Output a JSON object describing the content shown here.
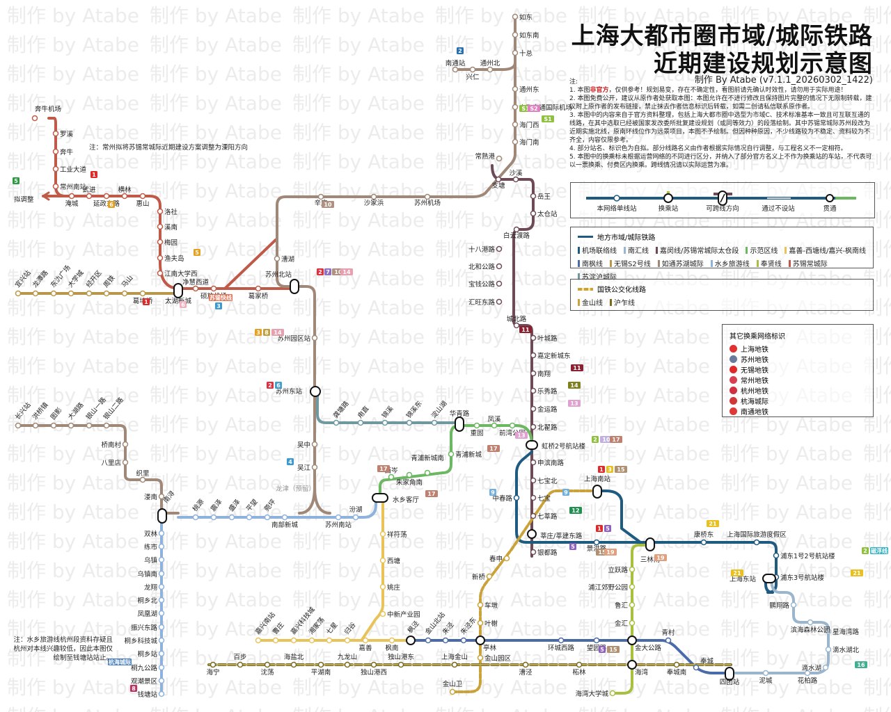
{
  "title": {
    "line1": "上海大都市圈市域/城际铁路",
    "line2": "近期建设规划示意图",
    "byline": "制作 By Atabe (v7.1.1_20260302_1422)"
  },
  "watermark": "制作 by Atabe",
  "notes": {
    "heading": "注:",
    "n1_pre": "1. 本图",
    "n1_red": "非官方",
    "n1_post": "，仅供参考！规划易变，存在不确定性，看图前请先确认时效性，请勿用于实际用途！",
    "n2": "2. 本图免费公开，建议从原作者处获取本图：本图允许在不进行修改且保持图片完整的情况下无限制转载，建议附上原作者的发布链接，禁止抹去作者信息标识后转载，如需二创请私信联系原作者。",
    "n3": "3. 本图中的内容来自于官方资料整理，包括上海大都市圈中选型为市域C、技术标准基本一致且可互联互通的线路，在其中选取已经被国家发改委所批复建设规划（或同等效力）的段落绘制。其中苏锡常城际苏州段改为近期实施北线，原南环线位作为远景项目，本图不予绘制。但因种种原因，不少线路较为不稳定、资料较为不齐全，内容仅限参考。",
    "n4": "4. 部分站名、标识色为自拟。部分线路名义由作者根据实际情况自行调整，与工程名义不一定相符。",
    "n5": "5. 本图中的换乘标未根据运营网络的不同进行区分，并纳入了部分官方名义上不作为换乘站的车站，不代表可以一票换乘、付费区内换乘。跨线情况请以实际运营为准。"
  },
  "symbol_legend": {
    "items": [
      "本网络单线站",
      "换乘站",
      "可跨线方向",
      "通过不设站",
      "贯通"
    ]
  },
  "line_legend": {
    "heading": "地方市域/城际铁路",
    "heading_color": "#2a5f8a",
    "lines": [
      {
        "name": "机场联络线",
        "color": "#1f5a80"
      },
      {
        "name": "南汇线",
        "color": "#9bb6cc"
      },
      {
        "name": "嘉闵线/苏锡常城际太仓段",
        "color": "#6e4a57"
      },
      {
        "name": "示范区线",
        "color": "#6cb862"
      },
      {
        "name": "嘉善-西塘线/嘉兴-枫南线",
        "color": "#e8c35a"
      },
      {
        "name": "南枫线",
        "color": "#4a6aa8"
      },
      {
        "name": "无锡S2号线",
        "color": "#b8974a"
      },
      {
        "name": "如通苏湖城际",
        "color": "#a08878"
      },
      {
        "name": "水乡旅游线",
        "color": "#8fb2dc"
      },
      {
        "name": "奉贤线",
        "color": "#a8c040"
      },
      {
        "name": "苏锡常城际",
        "color": "#c05a48"
      },
      {
        "name": "苏淀沪城际",
        "color": "#6f98a0"
      }
    ]
  },
  "rail_legend": {
    "heading": "国铁公交化线路",
    "lines": [
      {
        "name": "金山线",
        "color": "#c9a23a"
      },
      {
        "name": "沪乍线",
        "color": "#7a6a1e"
      }
    ]
  },
  "other_networks": {
    "heading": "其它换乘网络标识",
    "items": [
      {
        "name": "上海地铁",
        "color": "#e03030"
      },
      {
        "name": "苏州地铁",
        "color": "#6a7a9a"
      },
      {
        "name": "无锡地铁",
        "color": "#e02828"
      },
      {
        "name": "常州地铁",
        "color": "#d84050"
      },
      {
        "name": "杭州地铁",
        "color": "#d03040"
      },
      {
        "name": "杭海城际",
        "color": "#d03838"
      },
      {
        "name": "南通地铁",
        "color": "#e03838"
      }
    ]
  },
  "map_notes": {
    "changzhou": "注：常州拟将苏锡常城际近期建设方案调整为溧阳方向",
    "shuixiang_1": "注：水乡旅游线杭州段资料存疑且",
    "shuixiang_2": "杭州对本线兴趣较低，因此本图仅",
    "shuixiang_3": "绘制至钱塘站站止。",
    "adjust": "拟调整",
    "reserved": "龙津（预留）"
  },
  "chart_data": {
    "type": "table",
    "title": "上海大都市圈市域/城际铁路近期建设规划示意图",
    "lines": [
      {
        "name": "苏锡常城际",
        "color": "#c05a48",
        "stations": [
          "奔牛机场",
          "罗溪",
          "奔牛",
          "工业大道",
          "常州南站",
          "淹城",
          "武进",
          "延政东路",
          "横林",
          "惠山",
          "洛社",
          "溪南",
          "梅园",
          "渔夫岛",
          "江南大学西",
          "太湖新城",
          "净慧西道",
          "硕放机场",
          "葛家桥",
          "苏州北站"
        ]
      },
      {
        "name": "无锡S2号线",
        "color": "#b8974a",
        "stations": [
          "宜兴站",
          "龙潭路",
          "东氿广场",
          "大学城",
          "经开区",
          "周铁",
          "马山",
          "葛埭桥",
          "太湖新城"
        ]
      },
      {
        "name": "如通苏湖城际",
        "color": "#a08878",
        "stations": [
          "如东",
          "如东南",
          "十总",
          "通州东",
          "上海南通国际机场",
          "海门西",
          "海门南",
          "常熟港",
          "辛庄",
          "沙家浜",
          "苏州机场",
          "漕湖",
          "苏州北站",
          "苏州园区站",
          "苏州东站",
          "吴中",
          "吴江",
          "龙津（预留）",
          "南浔",
          "织里",
          "八里店",
          "桥南村",
          "银山二路",
          "银山一路",
          "大湖路",
          "图影",
          "洪桥镇",
          "长兴站"
        ]
      },
      {
        "name": "南通支线",
        "color": "#a08878",
        "stations": [
          "南通站",
          "兴仁",
          "通州北"
        ]
      },
      {
        "name": "嘉闵线/苏锡常城际太仓段",
        "color": "#6e4a57",
        "stations": [
          "支塘",
          "沙溪",
          "岳王",
          "太仓站",
          "白云渡路",
          "十八港路",
          "北和公路",
          "宝钱公路",
          "汇旺东路",
          "城北路",
          "叶城路",
          "嘉定新城东",
          "南翔",
          "乐秀路",
          "金运路",
          "北翟路",
          "虹桥2号航站楼",
          "申滨南路",
          "七宝北",
          "七宝",
          "七莘路",
          "莘庄/莘建东路",
          "银都路"
        ]
      },
      {
        "name": "苏淀沪城际",
        "color": "#6f98a0",
        "stations": [
          "苏州东站",
          "龚塘路",
          "甪直",
          "锦溪",
          "锦溪东",
          "淀山湖",
          "华青路"
        ]
      },
      {
        "name": "示范区线",
        "color": "#6cb862",
        "stations": [
          "华青路",
          "重固",
          "凤溪",
          "前湾公园",
          "虹桥2号航站楼",
          "青浦新城",
          "青浦新城南",
          "朱家角南",
          "西岑",
          "水乡客厅"
        ]
      },
      {
        "name": "水乡旅游线",
        "color": "#8fb2dc",
        "stations": [
          "水乡客厅",
          "汾湖",
          "苏州南站",
          "南部新城",
          "菀坪",
          "平望",
          "盛泽",
          "震泽",
          "桃源",
          "南浔",
          "双林",
          "练市",
          "乌镇",
          "乌镇南",
          "龙翔",
          "桐乡北",
          "凤凰湖",
          "振兴东路",
          "桐乡科技城",
          "桐乡站",
          "桐九公路",
          "观潮景区",
          "钱塘站"
        ]
      },
      {
        "name": "嘉善-西塘线/嘉兴-枫南线",
        "color": "#e8c35a",
        "stations": [
          "水乡客厅",
          "祥符荡",
          "西塘",
          "姚庄",
          "中新产业园",
          "嘉善",
          "嘉兴南站",
          "曹庄",
          "嘉兴科技城",
          "湘家荡",
          "七星",
          "归谷",
          "枫南",
          "枫泾"
        ]
      },
      {
        "name": "南枫线",
        "color": "#4a6aa8",
        "stations": [
          "枫泾",
          "金山北站",
          "朱泾",
          "朱泾东",
          "亭林",
          "环城西路",
          "望园路",
          "金大公路",
          "青村",
          "奉城",
          "四团站"
        ]
      },
      {
        "name": "机场联络线",
        "color": "#1f5a80",
        "stations": [
          "虹桥2号航站楼",
          "中春路",
          "莘庄/莘建东路",
          "景洪路",
          "三林南",
          "康桥东",
          "上海国际旅游度假区",
          "浦东1号2号航站楼",
          "浦东3号航站楼",
          "上海东站",
          "上海南站"
        ]
      },
      {
        "name": "南汇线",
        "color": "#9bb6cc",
        "stations": [
          "上海东站",
          "鹏翔路",
          "滨海森林公园",
          "星海湾路",
          "滴水湖北",
          "滴水湖",
          "花柏路",
          "泥城",
          "四团站"
        ]
      },
      {
        "name": "奉贤线",
        "color": "#a8c040",
        "stations": [
          "三林南",
          "立跃路",
          "浦江郊野公园",
          "鲁汇",
          "金汇",
          "金大公路",
          "海湾",
          "海湾大学城"
        ]
      },
      {
        "name": "金山线",
        "color": "#c9a23a",
        "stations": [
          "上海南站",
          "莘庄",
          "春申",
          "新桥",
          "车墩",
          "叶榭",
          "亭林",
          "金山园区",
          "金山卫"
        ]
      },
      {
        "name": "沪乍线",
        "color": "#7a6a1e",
        "stations": [
          "海宁",
          "百步",
          "沈荡",
          "海盐北",
          "平湖南",
          "九龙山",
          "独山港西",
          "独山港东",
          "上海金山",
          "漕泾",
          "柘林",
          "海湾",
          "奉城南",
          "四团站"
        ]
      }
    ]
  },
  "stations": {
    "changzhou_airport": "奔牛机场",
    "luoxi": "罗溪",
    "benniu": "奔牛",
    "gongye": "工业大道",
    "czsouth": "常州南站",
    "yancheng": "淹城",
    "wujin": "武进",
    "yanzheng": "延政东路",
    "henglin": "横林",
    "huishan": "惠山",
    "luoshe": "洛社",
    "xinan": "溪南",
    "meiyuan": "梅园",
    "yufu": "渔夫岛",
    "jiangnan": "江南大学西",
    "taihu": "太湖新城",
    "jinghui": "净慧西道",
    "shuofang": "硕放机场",
    "gejia": "葛家桥",
    "sznorth": "苏州北站",
    "yixing": "宜兴站",
    "longtan": "龙潭路",
    "dongjiu": "东氿广场",
    "daxue": "大学城",
    "jingkai": "经开区",
    "zhoutie": "周铁",
    "mashan": "马山",
    "gedai": "葛埭桥",
    "rudong": "如东",
    "rudongnan": "如东南",
    "shizong": "十总",
    "tzbei": "通州北",
    "xingren": "兴仁",
    "ntzhan": "南通站",
    "tzdong": "通州东",
    "ntairport": "上海南通国际机场",
    "hmxi": "海门西",
    "hmnan": "海门南",
    "csgang": "常熟港",
    "zhitang": "支塘",
    "shaxi": "沙溪",
    "yuewang": "岳王",
    "taicang": "太仓站",
    "baiyun": "白云渡路",
    "shiba": "十八港路",
    "beihe": "北和公路",
    "baoqian": "宝钱公路",
    "huiwang": "汇旺东路",
    "chengbei": "城北路",
    "yecheng": "叶城路",
    "jiadingdong": "嘉定新城东",
    "nanxiang": "南翔",
    "lexiu": "乐秀路",
    "jinyun": "金运路",
    "beidi": "北翟路",
    "hongqiao": "虹桥2号航站楼",
    "shenbin": "申滨南路",
    "qibaobei": "七宝北",
    "qibao": "七宝",
    "qixin": "七莘路",
    "xinzhuang": "莘庄/莘建东路",
    "yindu": "银都路",
    "xinzhuang2": "辛庄",
    "shajia": "沙家浜",
    "szairport": "苏州机场",
    "caohu": "漕湖",
    "szyuanqu": "苏州园区站",
    "szdong": "苏州东站",
    "wuzhong": "吴中",
    "wujiang": "吴江",
    "gongtang": "龚塘路",
    "luzhi": "甪直",
    "jinxi": "锦溪",
    "jinxidong": "锦溪东",
    "dianshan": "淀山湖",
    "huaqing": "华青路",
    "chonggu": "重固",
    "fengxi": "凤溪",
    "qianwan": "前湾公园",
    "qpxc": "青浦新城",
    "qpxcn": "青浦新城南",
    "zhujia": "朱家角南",
    "xicen": "西岑",
    "shuixiang": "水乡客厅",
    "fenhu": "汾湖",
    "sznan": "苏州南站",
    "nanbu": "南部新城",
    "wanping": "菀坪",
    "pingwang": "平望",
    "shengze": "盛泽",
    "zhenze": "震泽",
    "taoyuan": "桃源",
    "nanxun": "南浔",
    "changxing": "长兴站",
    "hongqiaoz": "洪桥镇",
    "tuying": "图影",
    "dahu": "大湖路",
    "yinshan1": "银山一路",
    "yinshan2": "银山二路",
    "qiaonan": "桥南村",
    "balidian": "八里店",
    "zhili": "织里",
    "lingnan": "溇南",
    "shuanglin": "双林",
    "lianshi": "练市",
    "wuzhen": "乌镇",
    "wuzhennan": "乌镇南",
    "longxiang": "龙翔",
    "tongxiangbei": "桐乡北",
    "fenghuang": "凤凰湖",
    "zhenxing": "振兴东路",
    "txkj": "桐乡科技城",
    "txzhan": "桐乡站",
    "tongjiu": "桐九公路",
    "guanchao": "观潮景区",
    "qiantang": "钱塘站",
    "xiangfu": "祥符荡",
    "xitang": "西塘",
    "yaozhuang": "姚庄",
    "zhongxin": "中新产业园",
    "jxnan": "嘉兴南站",
    "caozhuang": "曹庄",
    "jxkj": "嘉兴科技城",
    "xiangjia": "湘家荡",
    "qixing": "七星",
    "guigu": "归谷",
    "jiashan": "嘉善",
    "fengnan": "枫南",
    "fengjing": "枫泾",
    "jsbei": "金山北站",
    "zhujing": "朱泾",
    "zhujingdong": "朱泾东",
    "tinglin": "亭林",
    "huancheng": "环城西路",
    "wangyuan": "望园路",
    "jinda": "金大公路",
    "qingcun": "青村",
    "fengcheng": "奉城",
    "situan": "四团站",
    "chunshen": "春申",
    "xinqiao": "新桥",
    "chedun": "车墩",
    "yexie": "叶榭",
    "jsyuan": "金山园区",
    "jswei": "金山卫",
    "zhongchun": "中春路",
    "jinghong": "景洪路",
    "sanlinnan": "三林南",
    "kangqiao": "康桥东",
    "dujia": "上海国际旅游度假区",
    "pd12": "浦东1号2号航站楼",
    "pd3": "浦东3号航站楼",
    "shdong": "上海东站",
    "shnan": "上海南站",
    "pengxiang": "鹏翔路",
    "binhai": "滨海森林公园",
    "xinghai": "星海湾路",
    "dishuibei": "滴水湖北",
    "dishui": "滴水湖",
    "huabai": "花柏路",
    "nicheng": "泥城",
    "liyue": "立跃路",
    "pujiang": "浦江郊野公园",
    "luhui": "鲁汇",
    "jinhui": "金汇",
    "haiwan": "海湾",
    "haiwandx": "海湾大学城",
    "haining": "海宁",
    "baibu": "百步",
    "shendang": "沈荡",
    "haiyanbei": "海盐北",
    "pinghunan": "平湖南",
    "jiulong": "九龙山",
    "dsgxi": "独山港西",
    "dsgdong": "独山港东",
    "shjinshan": "上海金山",
    "caojing": "漕泾",
    "zhelin": "柘林",
    "fengchengnan": "奉城南"
  },
  "transfer_badges": {
    "b_czs_5": "5",
    "b_wujin_1": "1",
    "b_yanzheng_6": "6",
    "b_yufu_5": "5",
    "b_gedai_1": "1",
    "b_taihu_6": "6",
    "b_shuofang_kx": "苏锡快线",
    "b_shuofang_3": "3",
    "b_xinzhuang_10": "10",
    "b_szn_2": "2",
    "b_szn_7": "7",
    "b_szn_10": "10",
    "b_szn_14": "14",
    "b_yq_3": "3",
    "b_yq_8": "8",
    "b_yq_14": "14",
    "b_szd_2": "2",
    "b_szd_6": "6",
    "b_wj_4": "4",
    "b_nt_2": "2",
    "b_airport_s1": "S1",
    "b_airport_s2": "S2",
    "b_hmx_s1": "S1",
    "b_cb_11": "11",
    "b_nx_11": "11",
    "b_lx_14": "14",
    "b_jy_13": "13",
    "b_hq_2": "2",
    "b_hq_10": "10",
    "b_hq_17": "17",
    "b_qw_13": "13",
    "b_qpxc_17": "17",
    "b_xc_17": "17",
    "b_sx_17": "17",
    "b_zc_9": "9",
    "b_qb_9": "9",
    "b_qx_12": "12",
    "b_xz_1": "1",
    "b_xz_5": "5",
    "b_yd_5": "5",
    "b_shn_1": "1",
    "b_shn_3": "3",
    "b_shn_15": "15",
    "b_jh_15": "15",
    "b_jh_19": "19",
    "b_sln_19": "19",
    "b_kq_21": "21",
    "b_pd12_2": "2",
    "b_pd12_cf": "磁浮线",
    "b_pd3_21": "21",
    "b_shd_21": "21",
    "b_wy_5": "5",
    "b_wy_15": "15",
    "b_ds_16": "16",
    "b_tj_hh": "杭海城际",
    "b_qt_8": "8"
  }
}
